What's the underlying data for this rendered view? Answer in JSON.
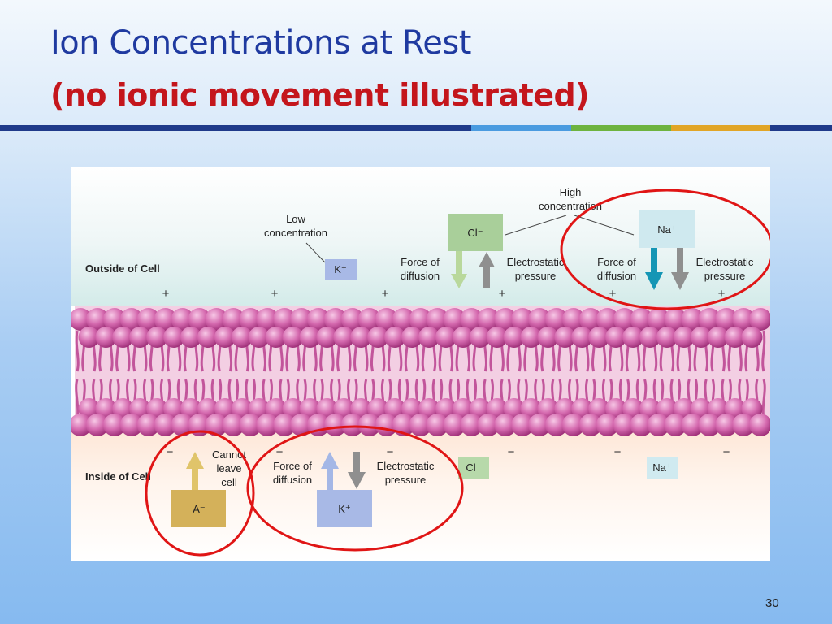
{
  "slide": {
    "title_line1": "Ion Concentrations at Rest",
    "title_line2": "(no ionic movement illustrated)",
    "page_number": "30"
  },
  "colors": {
    "title": "#1f3aa0",
    "subtitle": "#c4161c",
    "band_navy": "#1f3a8a",
    "band_blue": "#4a9be0",
    "band_green": "#6db33f",
    "band_gold": "#e1a526",
    "circle": "#e01515",
    "membrane": "#c2559b"
  },
  "diagram": {
    "outside_label": "Outside of Cell",
    "inside_label": "Inside of Cell",
    "high_concentration": [
      "High",
      "concentration"
    ],
    "low_concentration": [
      "Low",
      "concentration"
    ],
    "ions": {
      "outside_k": "K⁺",
      "outside_cl": "Cl⁻",
      "outside_na": "Na⁺",
      "inside_a": "A⁻",
      "inside_k": "K⁺",
      "inside_cl": "Cl⁻",
      "inside_na": "Na⁺"
    },
    "force_of_diffusion": [
      "Force of",
      "diffusion"
    ],
    "electrostatic_pressure": [
      "Electrostatic",
      "pressure"
    ],
    "cannot_leave_cell": [
      "Cannot",
      "leave",
      "cell"
    ],
    "plus": "+",
    "minus": "−"
  }
}
